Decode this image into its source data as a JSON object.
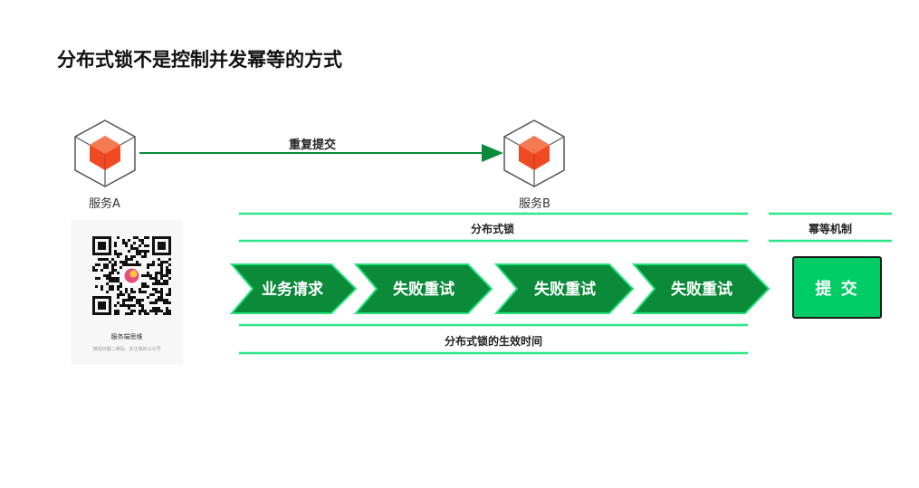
{
  "title": "分布式锁不是控制并发幂等的方式",
  "service_a": {
    "label": "服务A"
  },
  "service_b": {
    "label": "服务B"
  },
  "arrow": {
    "label": "重复提交"
  },
  "bands": {
    "lock": "分布式锁",
    "idempotent": "幂等机制",
    "lock_lifetime": "分布式锁的生效时间"
  },
  "steps": [
    {
      "label": "业务请求"
    },
    {
      "label": "失败重试"
    },
    {
      "label": "失败重试"
    },
    {
      "label": "失败重试"
    }
  ],
  "submit": {
    "label": "提 交"
  },
  "qr": {
    "caption": "服务端思维",
    "subcaption": "微信扫描二维码，关注我的公众号"
  },
  "colors": {
    "accent_green": "#00cc66",
    "chevron_dark": "#0b8a3a",
    "chevron_border": "#22e07a",
    "band_line": "#2ee58a",
    "arrow": "#0b8a3a",
    "cube_red": "#f04a22"
  }
}
